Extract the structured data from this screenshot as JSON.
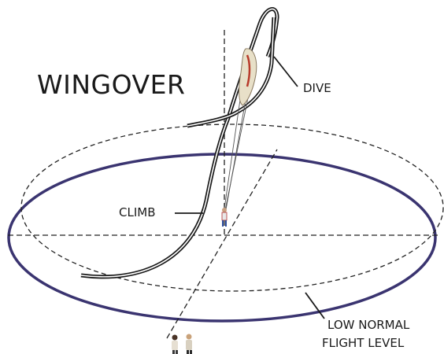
{
  "title": "WINGOVER",
  "labels": {
    "dive": "DIVE",
    "climb": "CLIMB",
    "level_line1": "LOW NORMAL",
    "level_line2": "FLIGHT LEVEL"
  },
  "colors": {
    "flight_level_ellipse": "#3a3470",
    "lines": "#1a1a1a",
    "background": "#ffffff"
  }
}
